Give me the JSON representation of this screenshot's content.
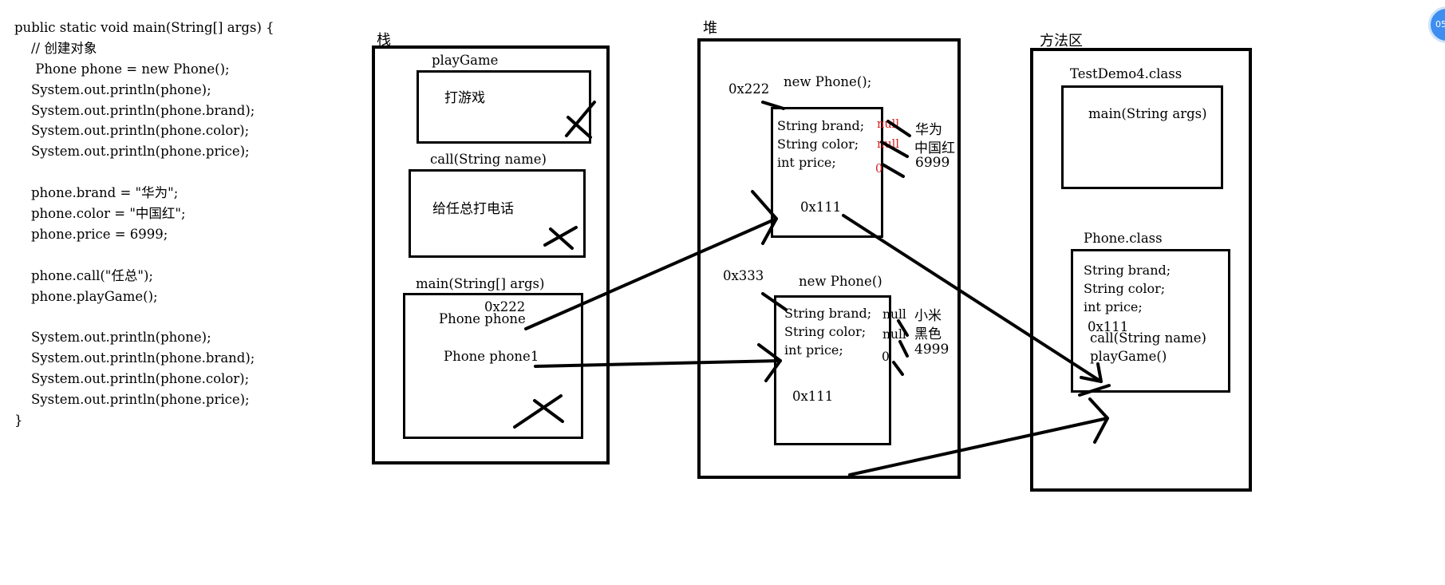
{
  "code": {
    "lines": [
      "public static void main(String[] args) {",
      "    // 创建对象",
      "     Phone phone = new Phone();",
      "    System.out.println(phone);",
      "    System.out.println(phone.brand);",
      "    System.out.println(phone.color);",
      "    System.out.println(phone.price);",
      "",
      "    phone.brand = \"华为\";",
      "    phone.color = \"中国红\";",
      "    phone.price = 6999;",
      "",
      "    phone.call(\"任总\");",
      "    phone.playGame();",
      "",
      "    System.out.println(phone);",
      "    System.out.println(phone.brand);",
      "    System.out.println(phone.color);",
      "    System.out.println(phone.price);",
      "}"
    ]
  },
  "stack": {
    "title": "栈",
    "frames": {
      "playgame": {
        "label": "playGame",
        "content": "打游戏"
      },
      "call": {
        "label": "call(String name)",
        "content": "给任总打电话"
      },
      "main": {
        "label": "main(String[] args)",
        "address": "0x222",
        "var1": "Phone phone",
        "var2": "Phone phone1"
      }
    }
  },
  "heap": {
    "title": "堆",
    "obj1": {
      "address": "0x222",
      "label": "new Phone();",
      "fields": [
        "String brand;",
        "String color;",
        "int price;"
      ],
      "defaults": [
        "null",
        "null",
        "0"
      ],
      "values": [
        "华为",
        "中国红",
        "6999"
      ],
      "method_ref": "0x111"
    },
    "obj2": {
      "address": "0x333",
      "label": "new Phone()",
      "fields": [
        "String brand;",
        "String color;",
        "int price;"
      ],
      "defaults": [
        "null",
        "null",
        "0"
      ],
      "values": [
        "小米",
        "黑色",
        "4999"
      ],
      "method_ref": "0x111"
    }
  },
  "method_area": {
    "title": "方法区",
    "testdemo": {
      "label": "TestDemo4.class",
      "content": "main(String args)"
    },
    "phone_class": {
      "label": "Phone.class",
      "fields": [
        "String brand;",
        "String color;",
        "int price;"
      ],
      "address": "0x111",
      "methods": [
        "call(String name)",
        "playGame()"
      ]
    }
  },
  "badge": "05"
}
